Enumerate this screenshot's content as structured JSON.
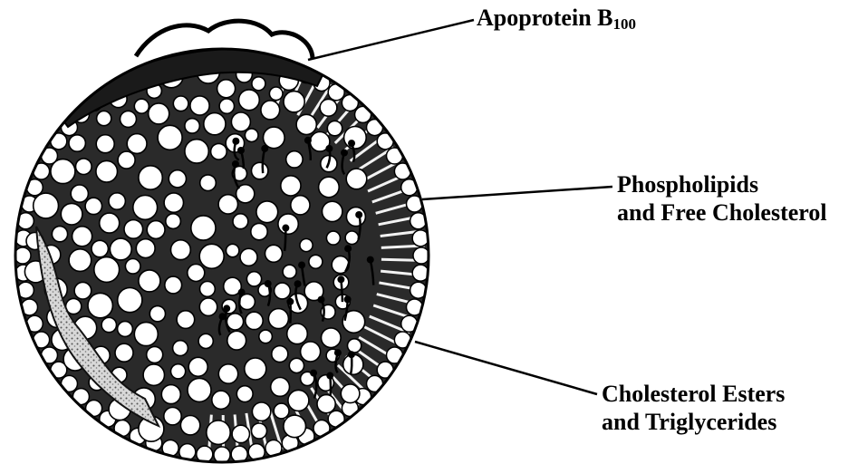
{
  "labels": {
    "apoprotein": {
      "main": "Apoprotein B",
      "subscript": "100"
    },
    "phospholipids": {
      "line1": "Phospholipids",
      "line2": "and Free Cholesterol"
    },
    "esters": {
      "line1": "Cholesterol Esters",
      "line2": "and Triglycerides"
    }
  },
  "colors": {
    "ink": "#000000",
    "sphere_fill": "#ffffff",
    "background": "#ffffff"
  }
}
